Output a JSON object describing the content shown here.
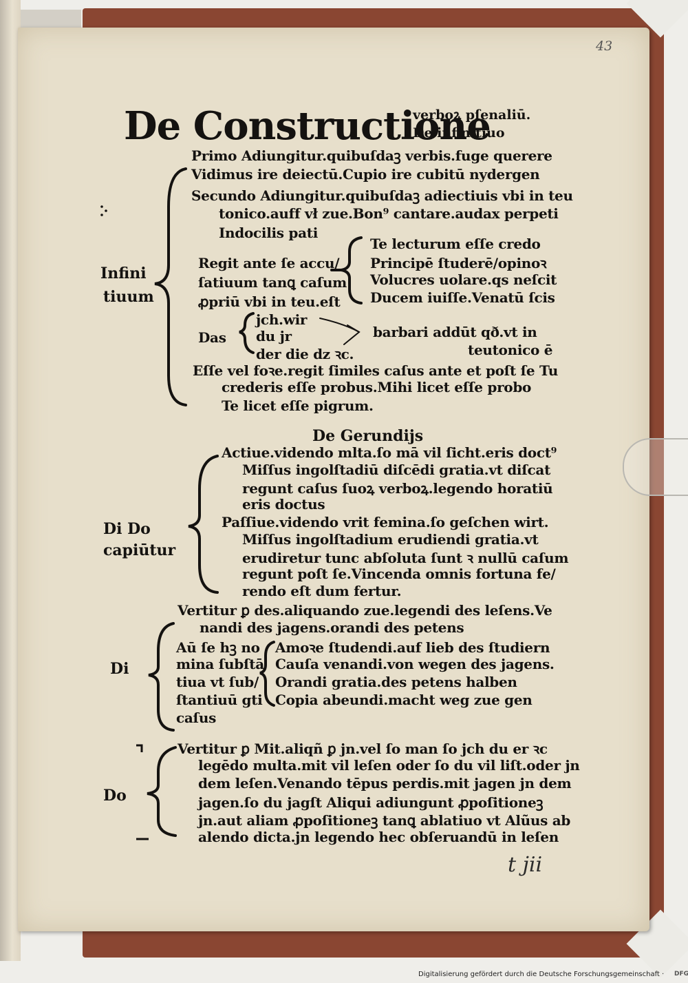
{
  "folio": "43",
  "title": {
    "main": "De Constructione",
    "right1": "verboꝝ pſenaliū.",
    "right2": "De infinitiuo"
  },
  "infinitive": {
    "margin1": "Infini",
    "margin2": "tiuum",
    "lines": [
      "Primo Adiungitur.quibuſdaꝫ verbis.fuge querere",
      "Vidimus ire deiectū.Cupio ire cubitū nydergen",
      "Secundo Adiungitur.quibuſdaꝫ adiectiuis vbi in teu",
      "tonico.auff vł zue.Bon⁹ cantare.audax perpeti",
      "Indocilis pati"
    ],
    "regit": [
      "Regit ante ſe accu/",
      "ſatiuum tanꝗ caſum",
      "ꝓpriū vbi in teu.eſt"
    ],
    "examples": [
      "Te lecturum eſſe credo",
      "Principē ſtuderē/opinoꝛ",
      "Volucres uolare.qs neſcit",
      "Ducem iuiſſe.Venatū ſcis"
    ],
    "das": "Das",
    "pronouns": [
      "jch.wir",
      "du jr",
      "der die dz ꝛc."
    ],
    "barbari": [
      "barbari addūt qð.vt in",
      "teutonico ē"
    ],
    "esse": [
      "Eſſe vel foꝛe.regit ſimiles caſus ante et poſt ſe Tu",
      "crederis eſſe probus.Mihi licet eſſe probo",
      "Te licet eſſe pigrum."
    ]
  },
  "gerunds": {
    "heading": "De Gerundijs",
    "margin1": "Di Do",
    "margin2": "capiūtur",
    "lines": [
      "Actiue.videndo mlta.ſo mā vil ſicht.eris doct⁹",
      "Miſſus ingolſtadiū diſcēdi gratia.vt diſcat",
      "regunt caſus ſuoꝝ verboꝝ.legendo horatiū",
      "eris doctus",
      "Paſſiue.videndo vrit femina.ſo geſchen wirt.",
      "Miſſus ingolſtadium erudiendi gratia.vt",
      "erudiretur tunc abſoluta ſunt ꝛ nullū caſum",
      "regunt poſt ſe.Vincenda omnis fortuna fe/",
      "rendo eſt dum fertur."
    ],
    "vertitur": [
      "Vertitur ꝑ des.aliquando zue.legendi des leſens.Ve",
      "nandi des jagens.orandi des petens"
    ]
  },
  "di": {
    "margin": "Di",
    "left": [
      "Aū ſe hꝫ no",
      "mina ſubſtā",
      "tiua vt ſub/",
      "ſtantiuū gti",
      "caſus"
    ],
    "right": [
      "Amoꝛe ſtudendi.auf lieb des ſtudiern",
      "Cauſa venandi.von wegen des jagens.",
      "Orandi gratia.des petens halben",
      "Copia abeundi.macht weg zue gen"
    ]
  },
  "do": {
    "margin": "Do",
    "lines": [
      "Vertitur ꝑ Mit.aliqñ ꝑ jn.vel ſo man ſo jch du er ꝛc",
      "legēdo multa.mit vil leſen oder ſo du vil liſt.oder jn",
      "dem leſen.Venando tēpus perdis.mit jagen jn dem",
      "jagen.ſo du jagſt      Aliqui adiungunt ꝓpoſitioneꝫ",
      "jn.aut aliam ꝓpoſitioneꝫ tanꝗ ablatiuo vt Alũus ab",
      "alendo dicta.jn legendo hec obſeruandū in leſen"
    ]
  },
  "signature": "t jii",
  "footer": "Digitalisierung gefördert durch die Deutsche Forschungsgemeinschaft ·",
  "dfg": "DFG"
}
